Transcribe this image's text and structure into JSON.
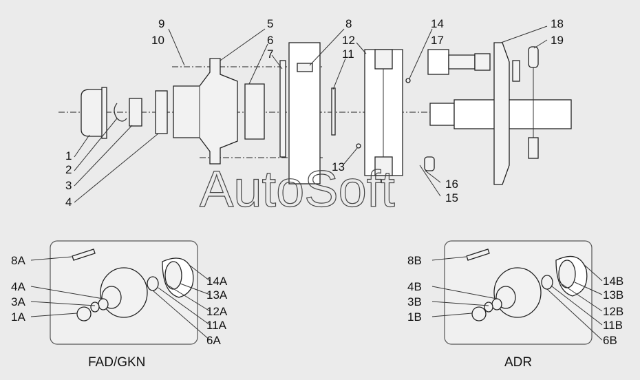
{
  "main_labels": [
    "1",
    "2",
    "3",
    "4",
    "5",
    "6",
    "7",
    "8",
    "9",
    "10",
    "11",
    "12",
    "13",
    "14",
    "15",
    "16",
    "17",
    "18",
    "19"
  ],
  "inset_left": {
    "caption": "FAD/GKN",
    "labels": [
      "8A",
      "4A",
      "3A",
      "1A",
      "14A",
      "13A",
      "12A",
      "11A",
      "6A"
    ]
  },
  "inset_right": {
    "caption": "ADR",
    "labels": [
      "8B",
      "4B",
      "3B",
      "1B",
      "14B",
      "13B",
      "12B",
      "11B",
      "6B"
    ]
  },
  "watermark": "AutoSoft"
}
